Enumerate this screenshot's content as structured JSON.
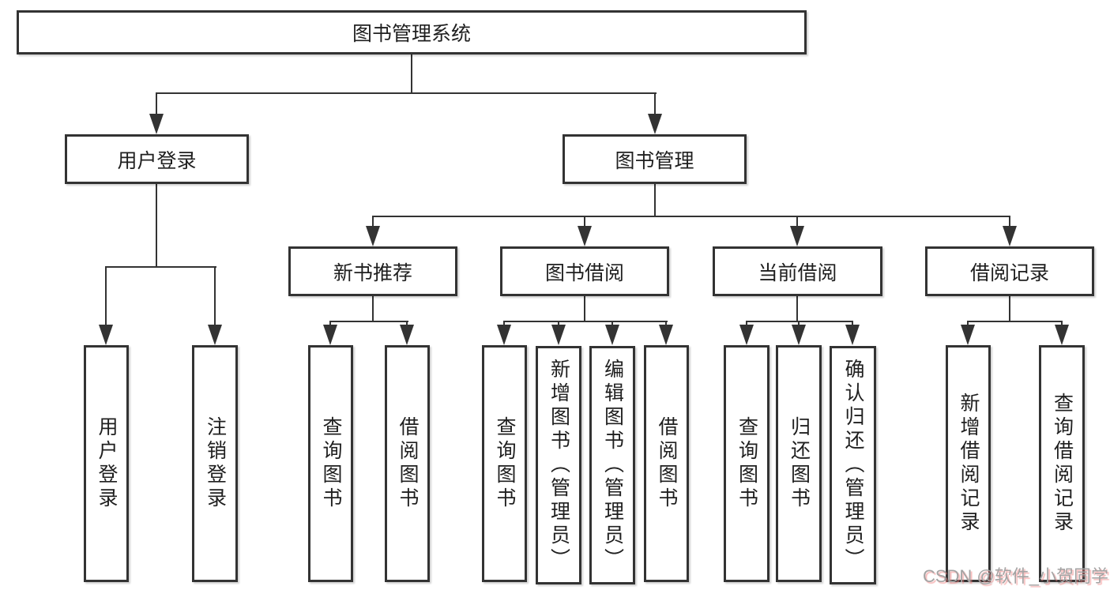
{
  "diagram": {
    "root": {
      "label": "图书管理系统"
    },
    "branches": [
      {
        "label": "用户登录",
        "children": [
          "用户登录",
          "注销登录"
        ]
      },
      {
        "label": "图书管理",
        "groups": [
          {
            "label": "新书推荐",
            "children": [
              "查询图书",
              "借阅图书"
            ]
          },
          {
            "label": "图书借阅",
            "children": [
              "查询图书",
              "新增图书（管理员）",
              "编辑图书（管理员）",
              "借阅图书"
            ]
          },
          {
            "label": "当前借阅",
            "children": [
              "查询图书",
              "归还图书",
              "确认归还（管理员）"
            ]
          },
          {
            "label": "借阅记录",
            "children": [
              "新增借阅记录",
              "查询借阅记录"
            ]
          }
        ]
      }
    ]
  },
  "watermark": "CSDN @软件_小贺同学",
  "colors": {
    "line": "#333333",
    "box_border": "#333333",
    "text": "#1f1f1f",
    "background": "#ffffff",
    "watermark_text": "#a3a3a3",
    "watermark_shadow": "#f08080"
  }
}
